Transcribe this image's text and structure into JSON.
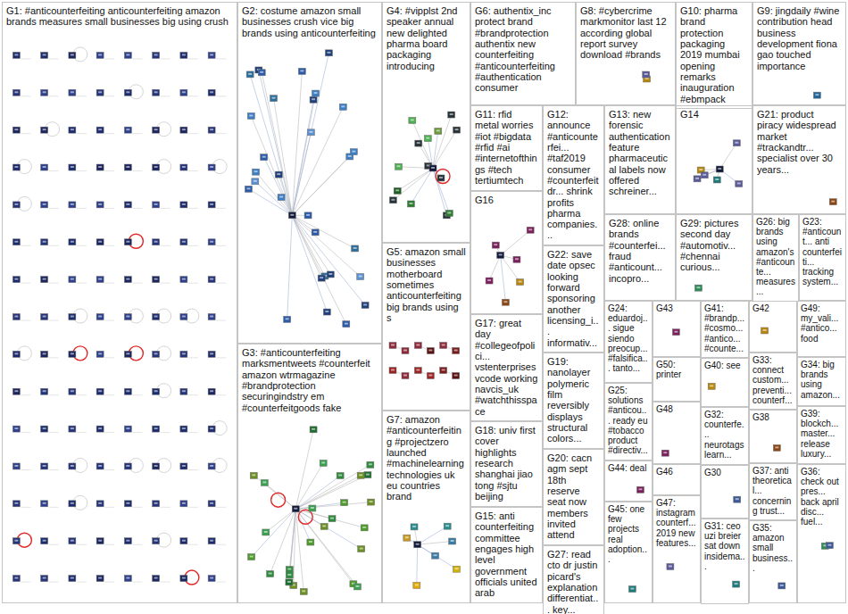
{
  "diagram": {
    "nodes": [
      {
        "text": [
          "G1: #anticounterfeiting anticounterfeiting amazon brands measures small businesses big using crush"
        ]
      },
      {
        "text": [
          "G2: costume amazon small businesses crush vice big brands using anticounterfeiting"
        ]
      },
      {
        "text": [
          "G3: #anticounterfeiting marksmentweets #counterfeit amazon wtrmagazine #brandprotection securingindstry em #counterfeitgoods fake"
        ]
      },
      {
        "text": [
          "G4: #vipplst 2nd speaker annual new delighted pharma board packaging introducing"
        ]
      },
      {
        "text": [
          "G5: amazon small businesses motherboard sometimes anticounterfeiting big brands using s"
        ]
      },
      {
        "text": [
          "G7: amazon #anticounterfeiting #projectzero launched #machinelearning technologies uk eu countries brand"
        ]
      },
      {
        "text": [
          "G6: authentix_inc protect brand #brandprotection authentix new counterfeiting #anticounterfeiting #authentication consumer"
        ]
      },
      {
        "text": [
          "G8: #cybercrime markmonitor last 12 according global report survey download #brands"
        ]
      },
      {
        "text": [
          "G10: pharma brand protection packaging 2019 mumbai opening remarks inauguration #ebmpack"
        ]
      },
      {
        "text": [
          "G9: jingdaily #wine contribution head business development fiona gao touched importance"
        ]
      },
      {
        "text": [
          "G11: rfid metal worries #iot #bigdata #rfid #ai #internetofthings #tech tertiumtech"
        ]
      },
      {
        "text": [
          "G12: announce #anticounterfei... #taf2019 consumer #counterfeitdr... shrink profits pharma companies..."
        ]
      },
      {
        "text": [
          "G13: new forensic authentication feature pharmaceutical labels now offered schreiner..."
        ]
      },
      {
        "text": [
          "G14"
        ]
      },
      {
        "text": [
          "G21: product piracy widespread market #trackandtr... specialist over 30 years..."
        ]
      },
      {
        "text": [
          "G16"
        ]
      },
      {
        "text": [
          "G22: save date opsec looking forward sponsoring another licensing_i... informativ..."
        ]
      },
      {
        "text": [
          "G28: online brands #counterfei... fraud #anticount... incopro..."
        ]
      },
      {
        "text": [
          "G29: pictures second day #automotiv... #chennai curious..."
        ]
      },
      {
        "text": [
          "G26: big brands using amazon's #anticounte... measures..."
        ]
      },
      {
        "text": [
          "G23: #anticount... anti counterfeiti... tracking system..."
        ]
      },
      {
        "text": [
          "G17: great day #collegeofpolici... vstenterprises vcode working navcis_uk #watchthisspace"
        ]
      },
      {
        "text": [
          "G19: nanolayer polymeric film reversibly displays structural colors..."
        ]
      },
      {
        "text": [
          "G24: eduardoj... sigue siendo preocup... #falsifica... tanto..."
        ]
      },
      {
        "text": [
          "G43"
        ]
      },
      {
        "text": [
          "G41: #brandp... #cosmo... #antico... #counte..."
        ]
      },
      {
        "text": [
          "G42"
        ]
      },
      {
        "text": [
          "G49: my_vali... #antico... food"
        ]
      },
      {
        "text": [
          "G18: univ first cover highlights research shanghai jiao tong #sjtu beijing"
        ]
      },
      {
        "text": [
          "G25: solutions #anticou... ready eu #tobacco product #directiv..."
        ]
      },
      {
        "text": [
          "G50: printer"
        ]
      },
      {
        "text": [
          "G40: see"
        ]
      },
      {
        "text": [
          "G33: connect custom... preventi... counterf..."
        ]
      },
      {
        "text": [
          "G34: big brands using amazon..."
        ]
      },
      {
        "text": [
          "G48"
        ]
      },
      {
        "text": [
          "G32: counterfe... neurotags learn..."
        ]
      },
      {
        "text": [
          "G38"
        ]
      },
      {
        "text": [
          "G39: blockch... master... release luxury..."
        ]
      },
      {
        "text": [
          "G15: anti counterfeiting committee engages high level government officials united arab"
        ]
      },
      {
        "text": [
          "G20: cacn agm sept 18th reserve seat now members invited attend"
        ]
      },
      {
        "text": [
          "G27: read cto dr justin picard's explanation differentiat... key..."
        ]
      },
      {
        "text": [
          "G44: deal"
        ]
      },
      {
        "text": [
          "G46"
        ]
      },
      {
        "text": [
          "G30"
        ]
      },
      {
        "text": [
          "G37: anti theoretical... concerning trust..."
        ]
      },
      {
        "text": [
          "G36: check out pres... back april disc... fuel..."
        ]
      },
      {
        "text": [
          "G45: one few projects real adoption..."
        ]
      },
      {
        "text": [
          "G47: instagram counterf... 2019 new features..."
        ]
      },
      {
        "text": [
          "G31: ceo uzi breier sat down insidema..."
        ]
      },
      {
        "text": [
          "G35: amazon small business..."
        ]
      }
    ]
  }
}
